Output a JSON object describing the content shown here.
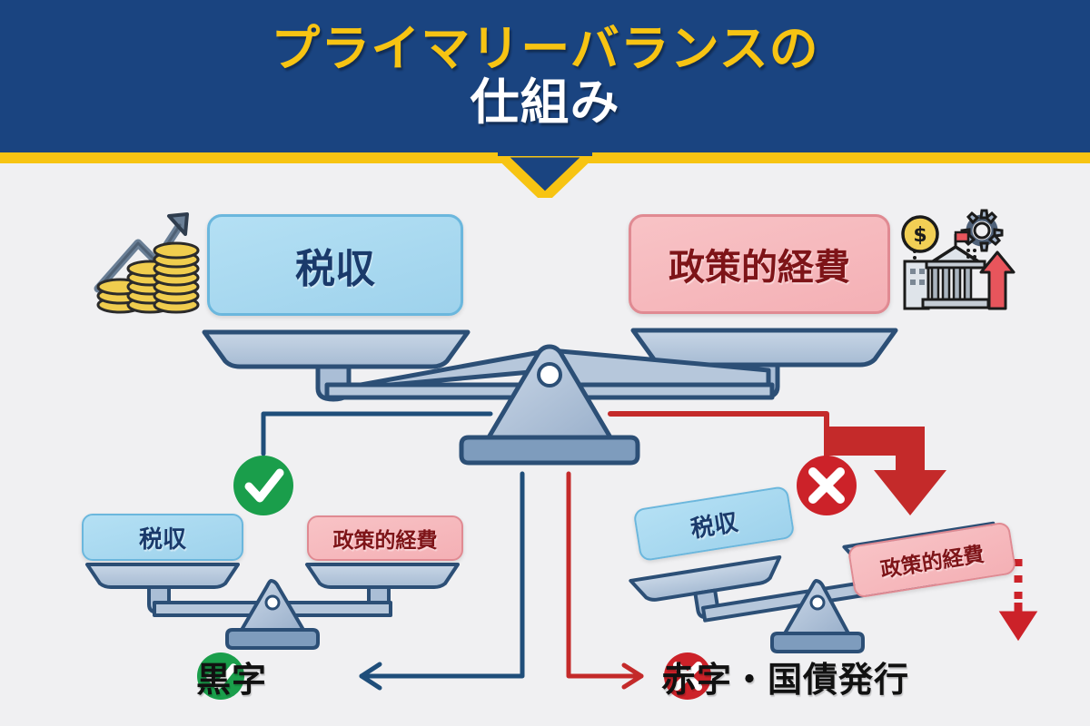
{
  "header": {
    "title_line1": "プライマリーバランスの",
    "title_line2": "仕組み",
    "bg_color": "#1a4480",
    "accent_color": "#f7c413",
    "title_color_line1": "#f7c413",
    "title_color_line2": "#ffffff"
  },
  "page": {
    "background_color": "#f0f0f2"
  },
  "main_scale": {
    "left_label": "税収",
    "right_label": "政策的経費",
    "left_icon": "coin-stack-growth-icon",
    "right_icon": "government-finance-icon",
    "state": "balanced",
    "left_box_color": "#a8d8ee",
    "right_box_color": "#f6b9bd"
  },
  "branches": {
    "left": {
      "status_icon": "check-circle-icon",
      "status_color": "#1a9e4b",
      "connector_color": "#1f4e7a",
      "scale_state": "balanced",
      "left_label": "税収",
      "right_label": "政策的経費",
      "result_icon": "check-circle-icon",
      "result_label": "黒字"
    },
    "right": {
      "status_icon": "x-circle-icon",
      "status_color": "#cc2229",
      "connector_color": "#c42a2a",
      "scale_state": "tilted-right-heavy",
      "left_label": "税収",
      "right_label": "政策的経費",
      "result_icon": "x-circle-icon",
      "result_label": "赤字・国債発行",
      "down_arrow_icon": "red-down-arrow-icon",
      "dashed_arrow_icon": "red-dashed-down-arrow-icon"
    }
  },
  "colors": {
    "scale_metal_fill": "#b6c7db",
    "scale_metal_stroke": "#2c4f76",
    "scale_base_fill": "#7e9cbd",
    "text_dark_navy": "#1a3a6b",
    "text_dark_red": "#7e1418",
    "green": "#1a9e4b",
    "red": "#cc2229"
  }
}
